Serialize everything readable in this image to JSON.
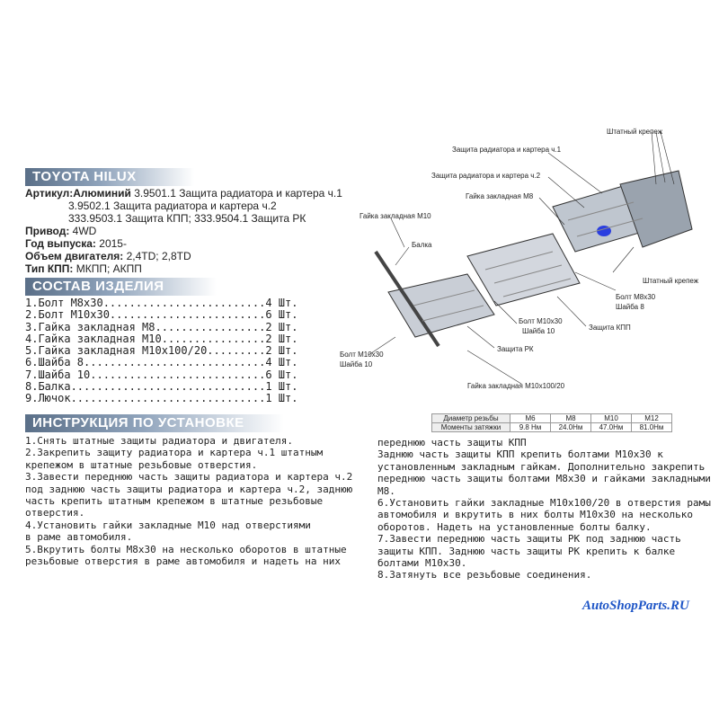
{
  "title": "TOYOTA HILUX",
  "spec": {
    "article_label": "Артикул:",
    "article_material": "Алюминий",
    "article_line1": " 3.9501.1 Защита радиатора и картера ч.1",
    "article_line2": "3.9502.1 Защита радиатора и картера ч.2",
    "article_line3": "333.9503.1 Защита КПП; 333.9504.1 Защита РК",
    "drive_label": "Привод:",
    "drive_value": " 4WD",
    "year_label": "Год выпуска:",
    "year_value": " 2015-",
    "engine_label": "Объем двигателя:",
    "engine_value": " 2,4TD; 2,8TD",
    "gearbox_label": "Тип КПП:",
    "gearbox_value": "  МКПП; АКПП"
  },
  "parts_header": "СОСТАВ ИЗДЕЛИЯ",
  "parts": [
    {
      "name": "1.Болт М8х30.........................",
      "qty": "4 Шт."
    },
    {
      "name": "2.Болт М10х30........................",
      "qty": "6 Шт."
    },
    {
      "name": "3.Гайка закладная М8.................",
      "qty": "2 Шт."
    },
    {
      "name": "4.Гайка закладная М10................",
      "qty": "2 Шт."
    },
    {
      "name": "5.Гайка закладная М10х100/20.........",
      "qty": "2 Шт."
    },
    {
      "name": "6.Шайба 8............................",
      "qty": "4 Шт."
    },
    {
      "name": "7.Шайба 10...........................",
      "qty": "6 Шт."
    },
    {
      "name": "8.Балка..............................",
      "qty": "1 Шт."
    },
    {
      "name": "9.Лючок..............................",
      "qty": "1 Шт."
    }
  ],
  "instructions_header": "ИНСТРУКЦИЯ ПО УСТАНОВКЕ",
  "instructions_left": [
    "    1.Снять штатные защиты радиатора и двигателя.",
    "    2.Закрепить защиту радиатора и картера ч.1 штатным\nкрепежом в штатные резьбовые отверстия.",
    "    3.Завести переднюю часть защиты радиатора и картера ч.2\nпод заднюю часть защиты радиатора и картера ч.2, заднюю\nчасть крепить штатным крепежом в штатные резьбовые отверстия.",
    "    4.Установить гайки закладные М10 над отверстиями\nв раме автомобиля.",
    "    5.Вкрутить болты М8х30 на несколько оборотов в штатные\nрезьбовые отверстия в раме автомобиля и надеть на них"
  ],
  "instructions_right": [
    "переднюю часть защиты КПП\nЗаднюю часть защиты КПП крепить болтами М10х30 к\nустановленным закладным гайкам. Дополнительно закрепить\nпереднюю часть защиты болтами М8х30 и гайками закладными М8.",
    "    6.Установить гайки закладные М10х100/20 в отверстия рамы\nавтомобиля и вкрутить в них болты М10х30 на несколько\nоборотов. Надеть на установленные болты балку.",
    "    7.Завести переднюю часть защиты РК под заднюю часть\nзащиты КПП. Заднюю часть защиты РК крепить к балке\nболтами М10х30.",
    "    8.Затянуть все резьбовые соединения."
  ],
  "torque_table": {
    "row1_label": "Диаметр резьбы",
    "row1": [
      "М6",
      "М8",
      "М10",
      "М12"
    ],
    "row2_label": "Моменты затяжки",
    "row2": [
      "9.8 Нм",
      "24.0Нм",
      "47.0Нм",
      "81.0Нм"
    ]
  },
  "diagram_labels": {
    "stock_fastener_top": "Штатный крепеж",
    "rad_guard_1": "Защита радиатора и картера ч.1",
    "rad_guard_2": "Защита радиатора и картера ч.2",
    "nut_m8": "Гайка закладная М8",
    "nut_m10": "Гайка закладная М10",
    "beam": "Балка",
    "stock_fastener_side": "Штатный крепеж",
    "bolt_m8": "Болт М8х30",
    "washer_8": "Шайба 8",
    "bolt_m10_mid": "Болт М10х30",
    "washer_10_mid": "Шайба 10",
    "gearbox_guard": "Защита КПП",
    "transfer_guard": "Защита РК",
    "bolt_m10_left": "Болт М10х30",
    "washer_10_left": "Шайба 10",
    "nut_m10_100": "Гайка закладная М10х100/20"
  },
  "brand": {
    "part1": "AutoShopParts.RU"
  }
}
